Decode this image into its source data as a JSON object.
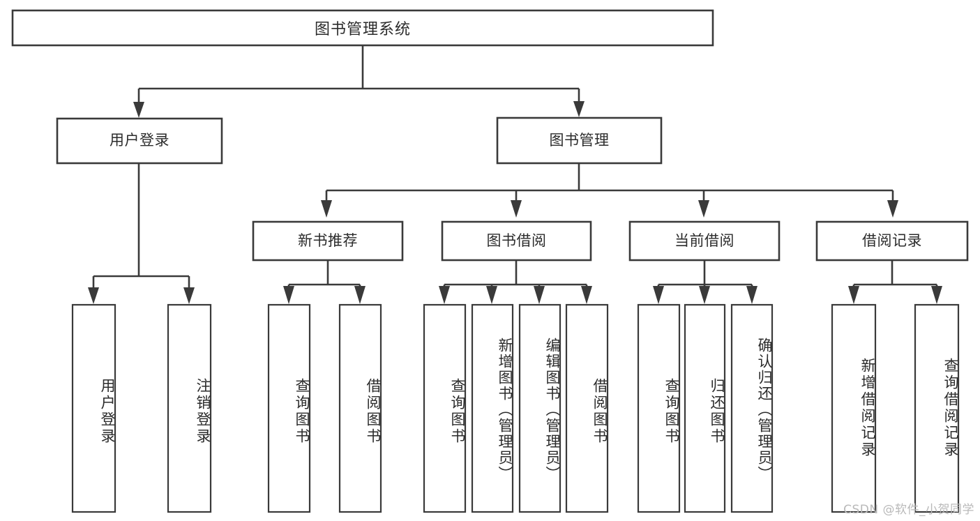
{
  "diagram": {
    "title_node": {
      "label": "图书管理系统"
    },
    "level2": [
      {
        "label": "用户登录"
      },
      {
        "label": "图书管理"
      }
    ],
    "level3": [
      {
        "label": "新书推荐"
      },
      {
        "label": "图书借阅"
      },
      {
        "label": "当前借阅"
      },
      {
        "label": "借阅记录"
      }
    ],
    "leaves": {
      "user_login": [
        {
          "label": "用户登录"
        },
        {
          "label": "注销登录"
        }
      ],
      "new_book_recommend": [
        {
          "label": "查询图书"
        },
        {
          "label": "借阅图书"
        }
      ],
      "book_borrow": [
        {
          "label": "查询图书"
        },
        {
          "label": "新增图书（管理员）"
        },
        {
          "label": "编辑图书（管理员）"
        },
        {
          "label": "借阅图书"
        }
      ],
      "current_borrow": [
        {
          "label": "查询图书"
        },
        {
          "label": "归还图书"
        },
        {
          "label": "确认归还（管理员）"
        }
      ],
      "borrow_record": [
        {
          "label": "新增借阅记录"
        },
        {
          "label": "查询借阅记录"
        }
      ]
    }
  },
  "watermark": {
    "text": "CSDN @软件_小贺同学"
  },
  "colors": {
    "stroke": "#3a3a3a",
    "fill": "#ffffff",
    "text": "#2b2b2b",
    "watermark": "#b9b9b9"
  }
}
